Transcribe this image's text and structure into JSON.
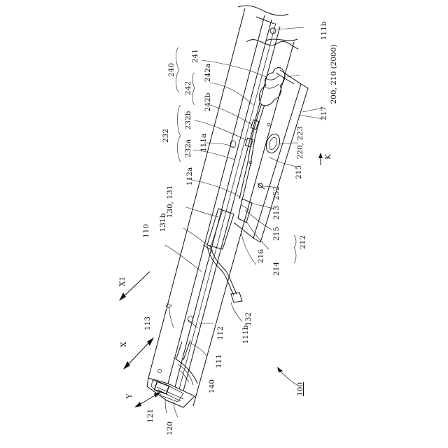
{
  "figure": {
    "labels": {
      "l100": "100",
      "l110": "110",
      "l111": "111",
      "l111a": "111a",
      "l111b_top": "111b",
      "l111b_bottom": "111b",
      "l112": "112",
      "l112a": "112a",
      "l113": "113",
      "l120": "120",
      "l121": "121",
      "l130": "130, 131",
      "l131b": "131b",
      "l132": "132",
      "l140": "140",
      "l200": "200, 210 (2000)",
      "l212": "212",
      "l213": "213",
      "l214": "214",
      "l215a": "215",
      "l215b": "215",
      "l216": "216",
      "l217": "217",
      "l220": "220, 223",
      "l232": "232",
      "l232a": "232a",
      "l232b": "232b",
      "l240": "240",
      "l241": "241",
      "l242": "242",
      "l242a": "242a",
      "l242b": "242b",
      "l252": "252",
      "lK": "K",
      "lX": "X",
      "lX1": "X1",
      "lY": "Y"
    }
  }
}
